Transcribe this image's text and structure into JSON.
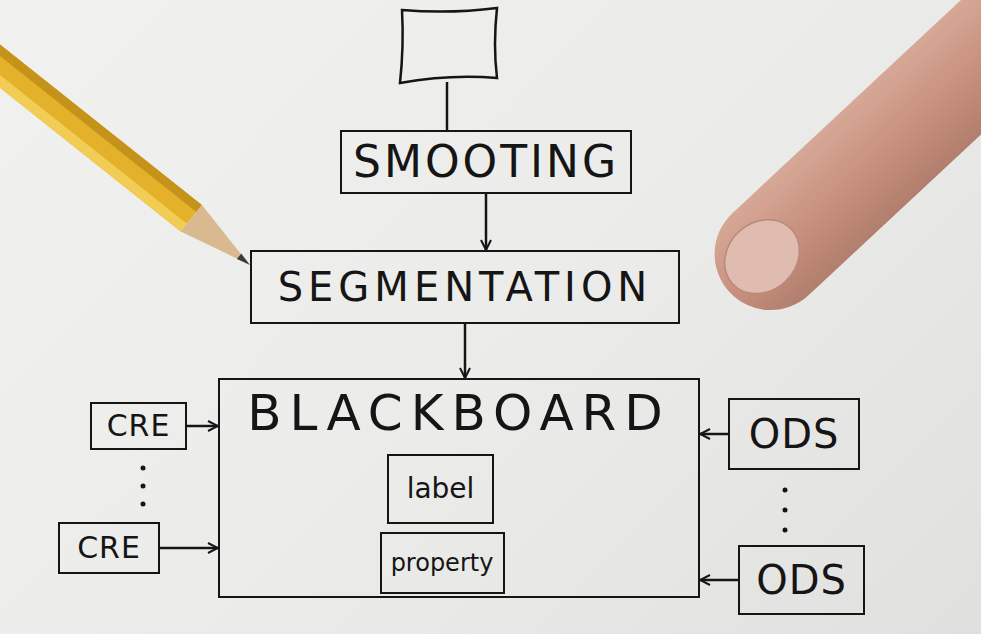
{
  "diagram": {
    "nodes": [
      {
        "text": [
          "SMOOTING"
        ]
      },
      {
        "text": [
          "SEGMENTATION"
        ]
      },
      {
        "text": [
          "BLACKBOARD"
        ]
      },
      {
        "text": [
          "label"
        ],
        "in": 2
      },
      {
        "text": [
          "property"
        ],
        "in": 2
      },
      {
        "text": [
          "CRE"
        ]
      },
      {
        "text": [
          "CRE"
        ]
      },
      {
        "text": [
          "ODS"
        ]
      },
      {
        "text": [
          "ODS"
        ]
      }
    ],
    "edges": [
      {
        "from": 0,
        "to": 1,
        "arrow": "to"
      },
      {
        "from": 1,
        "to": 2,
        "arrow": "to"
      },
      {
        "from": 5,
        "to": 2,
        "arrow": "to"
      },
      {
        "from": 6,
        "to": 2,
        "arrow": "to"
      },
      {
        "from": 7,
        "to": 2,
        "arrow": "to"
      },
      {
        "from": 8,
        "to": 2,
        "arrow": "to"
      }
    ]
  }
}
